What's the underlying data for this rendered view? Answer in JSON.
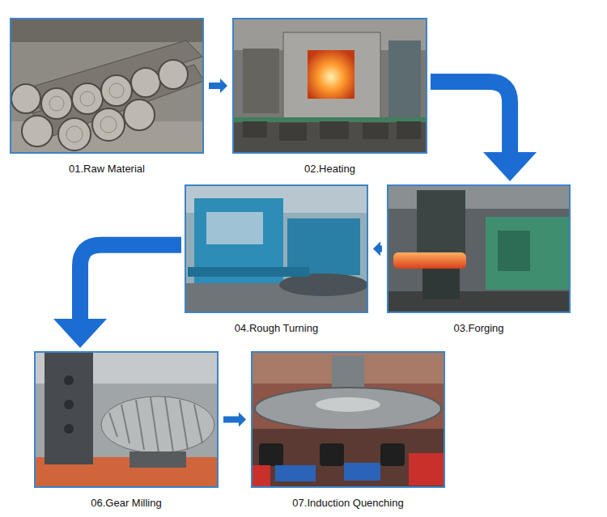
{
  "diagram": {
    "nodes": [
      {
        "text": [
          "01.Raw Material"
        ]
      },
      {
        "text": [
          "02.Heating"
        ]
      },
      {
        "text": [
          "03.Forging"
        ]
      },
      {
        "text": [
          "04.Rough Turning"
        ]
      },
      {
        "text": [
          "06.Gear Milling"
        ]
      },
      {
        "text": [
          "07.Induction Quenching"
        ]
      }
    ],
    "edges": [
      {
        "from": 0,
        "to": 1,
        "arrow": "to"
      },
      {
        "from": 1,
        "to": 2,
        "arrow": "to"
      },
      {
        "from": 2,
        "to": 3,
        "arrow": "to"
      },
      {
        "from": 3,
        "to": 4,
        "arrow": "to"
      },
      {
        "from": 4,
        "to": 5,
        "arrow": "to"
      }
    ]
  }
}
